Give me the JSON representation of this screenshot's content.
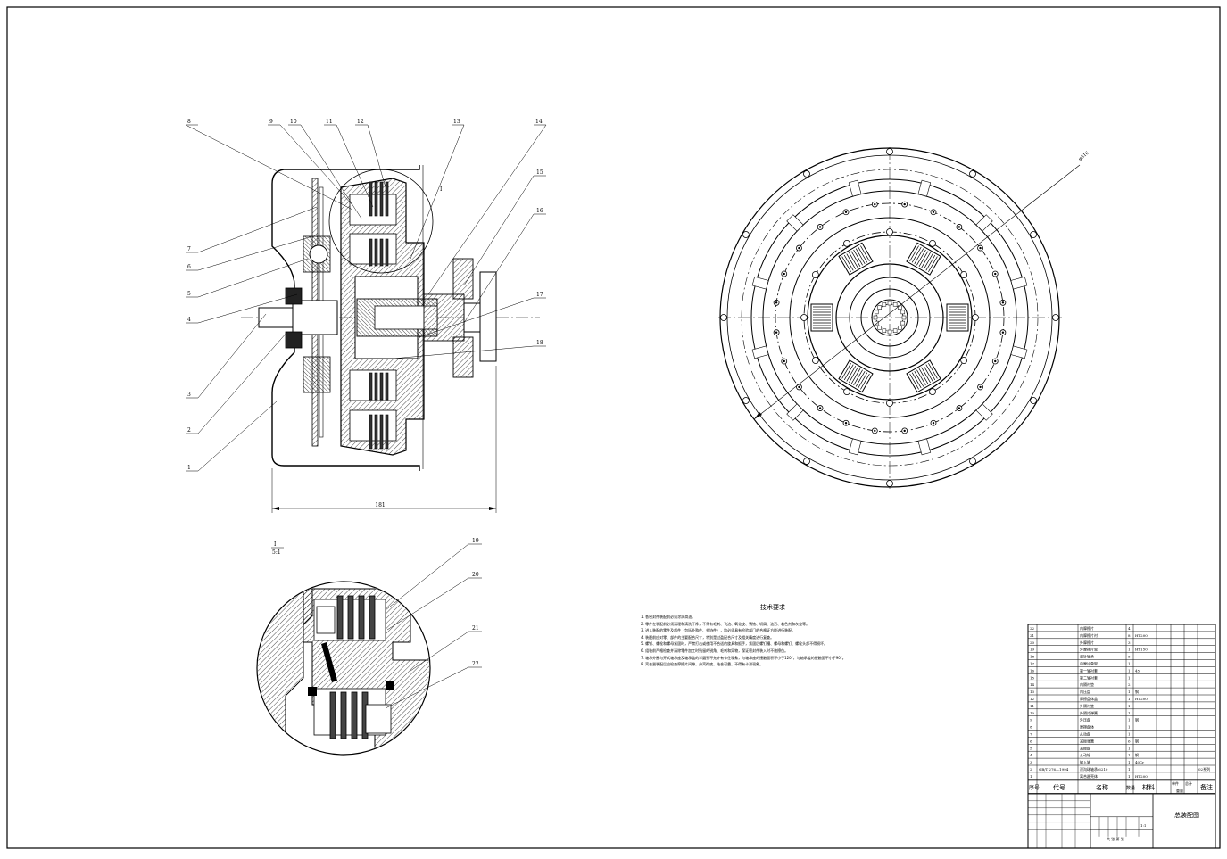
{
  "sheet": {
    "title": "总装配图",
    "dimension_overall": "181",
    "detail_ref": "Ⅰ",
    "detail_scale": "5:1",
    "dia_label": "φ316"
  },
  "leaders_left": [
    "7",
    "6",
    "5",
    "4",
    "3",
    "2",
    "1"
  ],
  "leaders_top": [
    "8",
    "9",
    "10",
    "11",
    "12",
    "13",
    "14"
  ],
  "leaders_right": [
    "15",
    "16",
    "17",
    "18"
  ],
  "leaders_detail": [
    "19",
    "20",
    "21",
    "22"
  ],
  "tech": {
    "title": "技术要求",
    "lines": [
      "1. 各密封件装配前必须涂润滑油。",
      "2. 零件在装配前必须清理和清洗干净，不得有毛刺、飞边、氧化皮、锈蚀、切屑、油污、着色剂和灰尘等。",
      "3. 进入装配的零件及部件（包括外购件、外协件），均必须具有检验部门的合格证方能进行装配。",
      "4. 装配前应对零、部件的主要配合尺寸，特别是过盈配合尺寸及相关精度进行复查。",
      "5. 螺钉、螺栓和螺母紧固时，严禁打击或使用不合适的旋具和扳手，紧固后螺钉槽、螺母和螺钉、螺栓头部不得损坏。",
      "6. 组装前严格检查并清除零件加工时残留的锐角、毛刺和异物，保证密封件装入时不被擦伤。",
      "7. 轴承外圈与开式轴承座及轴承盖的半圆孔不允许有卡住现象，与轴承座的接触面积不小于120°，与轴承盖的接触面不小于90°。",
      "8. 离合器装配后应检查摩擦片间隙，分离彻底，结合可靠，不得有卡滞现象。"
    ]
  },
  "bom": {
    "rows": [
      {
        "no": "22",
        "name": "内摩擦片",
        "qty": "4",
        "mat": ""
      },
      {
        "no": "21",
        "name": "内摩擦片衬",
        "qty": "8",
        "mat": "HT200"
      },
      {
        "no": "20",
        "name": "外摩擦片",
        "qty": "3",
        "mat": ""
      },
      {
        "no": "19",
        "name": "外摩擦片架",
        "qty": "1",
        "mat": "HT150"
      },
      {
        "no": "18",
        "name": "滚针轴承",
        "qty": "6",
        "mat": ""
      },
      {
        "no": "17",
        "name": "内摩片骨架",
        "qty": "1",
        "mat": ""
      },
      {
        "no": "16",
        "name": "第一轴衬套",
        "qty": "1",
        "mat": "45"
      },
      {
        "no": "15",
        "name": "第二轴衬套",
        "qty": "1",
        "mat": ""
      },
      {
        "no": "14",
        "name": "内隔衬垫",
        "qty": "2",
        "mat": ""
      },
      {
        "no": "13",
        "name": "内压盘",
        "qty": "1",
        "mat": "钢"
      },
      {
        "no": "12",
        "name": "摩擦盘体盖",
        "qty": "1",
        "mat": "HT200"
      },
      {
        "no": "11",
        "name": "外隔衬垫",
        "qty": "1",
        "mat": ""
      },
      {
        "no": "10",
        "name": "外隔片弹簧",
        "qty": "1",
        "mat": ""
      },
      {
        "no": "9",
        "name": "外压盘",
        "qty": "1",
        "mat": "钢"
      },
      {
        "no": "8",
        "name": "摩擦盘体",
        "qty": "1",
        "mat": ""
      },
      {
        "no": "7",
        "name": "从动盘",
        "qty": "1",
        "mat": ""
      },
      {
        "no": "6",
        "name": "减振弹簧",
        "qty": "6",
        "mat": "钢"
      },
      {
        "no": "5",
        "name": "减振盘",
        "qty": "1",
        "mat": ""
      },
      {
        "no": "4",
        "name": "从动轮",
        "qty": "1",
        "mat": "钢"
      },
      {
        "no": "3",
        "name": "输入轴",
        "qty": "1",
        "mat": "40Cr"
      },
      {
        "no": "2",
        "name": "深沟球轴承 6210",
        "qty": "1",
        "mat": "",
        "code": "GB/T 276—1994",
        "note": "02系列"
      },
      {
        "no": "1",
        "name": "离合器壳体",
        "qty": "1",
        "mat": "HT200"
      }
    ],
    "header": {
      "no": "序号",
      "code": "代号",
      "name": "名称",
      "qty": "数量",
      "mat": "材料",
      "weight_single": "单件",
      "weight_total": "总计",
      "weight": "重量",
      "note": "备注"
    }
  },
  "title_block": {
    "drawing_title": "总装配图",
    "scale": "1:1",
    "sheet_of": "共 张 第 张"
  }
}
